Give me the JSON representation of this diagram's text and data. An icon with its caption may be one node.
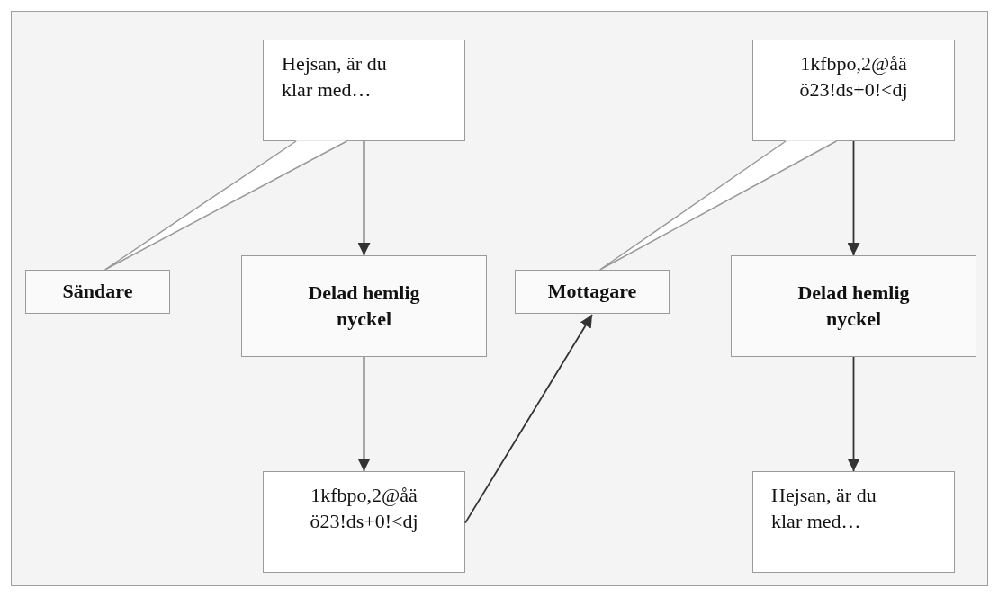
{
  "diagram": {
    "nodes": [
      {
        "text": [
          "Hejsan, är du klar med…"
        ]
      },
      {
        "text": [
          "Sändare"
        ]
      },
      {
        "text": [
          "Delad hemlig nyckel"
        ]
      },
      {
        "text": [
          "Mottagare"
        ]
      },
      {
        "text": [
          "1kfbpo,2@åä ö23!ds+0!<dj"
        ]
      },
      {
        "text": [
          "Delad hemlig nyckel"
        ]
      },
      {
        "text": [
          "1kfbpo,2@åä ö23!ds+0!<dj"
        ]
      },
      {
        "text": [
          "Hejsan, är du klar med…"
        ]
      }
    ],
    "edges": [
      {
        "from": 0,
        "to": 1,
        "arrow": "none",
        "color": "#999999"
      },
      {
        "from": 0,
        "to": 2,
        "arrow": "to"
      },
      {
        "from": 2,
        "to": 6,
        "arrow": "to"
      },
      {
        "from": 6,
        "to": 3,
        "arrow": "to"
      },
      {
        "from": 4,
        "to": 3,
        "arrow": "none",
        "color": "#999999"
      },
      {
        "from": 4,
        "to": 5,
        "arrow": "to"
      },
      {
        "from": 5,
        "to": 7,
        "arrow": "to"
      }
    ]
  }
}
